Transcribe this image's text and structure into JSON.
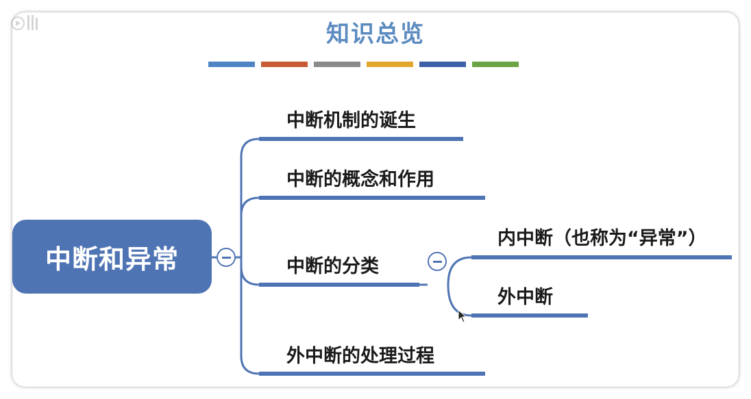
{
  "header": {
    "title": "知识总览",
    "palette": [
      "#4f84c4",
      "#c65b34",
      "#8a8a8a",
      "#e3a62d",
      "#3e5ea8",
      "#6aa444"
    ]
  },
  "mindmap": {
    "root": {
      "label": "中断和异常",
      "color": "#4f74b4"
    },
    "branches": [
      {
        "label": "中断机制的诞生"
      },
      {
        "label": "中断的概念和作用"
      },
      {
        "label": "中断的分类",
        "children": [
          {
            "label": "内中断（也称为“异常”）"
          },
          {
            "label": "外中断"
          }
        ]
      },
      {
        "label": "外中断的处理过程"
      }
    ],
    "line_color": "#4f74b4"
  }
}
